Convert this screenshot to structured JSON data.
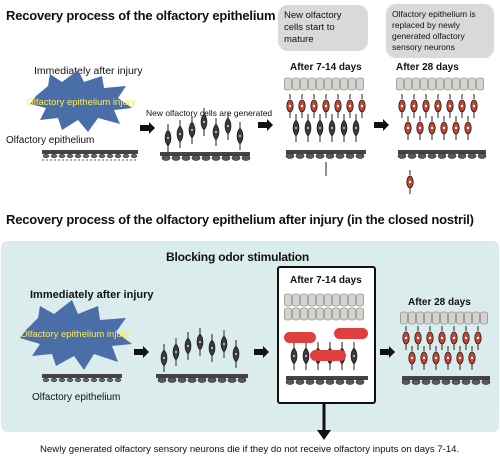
{
  "top": {
    "title": "Recovery process of the olfactory epithelium",
    "stage1_label": "Immediately after injury",
    "burst_label": "Olfactory epithelium injury",
    "epithelium_label": "Olfactory epithelium",
    "stage2_label": "New olfactory cells are generated",
    "bubble1": "New olfactory cells start to mature",
    "stage3_label": "After 7-14 days",
    "bubble2": "Olfactory epithelium is replaced by newly generated olfactory sensory neurons",
    "stage4_label": "After 28 days"
  },
  "bottom": {
    "title": "Recovery process of the olfactory epithelium after injury (in the closed nostril)",
    "panel_title": "Blocking odor stimulation",
    "stage1_label": "Immediately after injury",
    "burst_label": "Olfactory epithelium injury",
    "epithelium_label": "Olfactory epithelium",
    "stage3_label": "After 7-14 days",
    "stage4_label": "After 28 days",
    "footnote": "Newly generated olfactory sensory neurons die if they do not receive olfactory inputs on days 7-14."
  },
  "colors": {
    "panel_bg": "#dbeced",
    "burst": "#4a6fa8",
    "burst_text": "#ffe84a",
    "mature_cell": "#c8402f",
    "immature_cell": "#3a3a3a",
    "support_cell": "#d6d3cf",
    "blocked_bar": "#e0403d"
  }
}
